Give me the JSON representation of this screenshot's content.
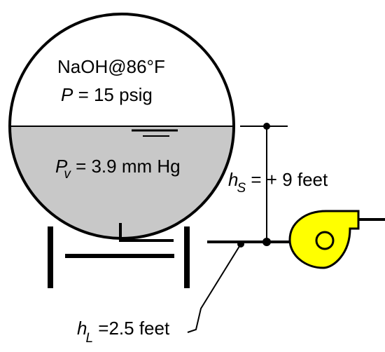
{
  "tank": {
    "line1": "NaOH@86°F",
    "line2_var": "P",
    "line2_rest": " = 15 psig",
    "vapor_var": "P",
    "vapor_sub": "v",
    "vapor_rest": " = 3.9 mm Hg"
  },
  "suction_head": {
    "var": "h",
    "sub": "S",
    "rest": " = +  9  feet"
  },
  "friction_loss": {
    "var": "h",
    "sub": "L",
    "rest": " =2.5  feet"
  },
  "colors": {
    "liquid": "#c8c8c8",
    "pump": "#ffff00",
    "line": "#000000"
  }
}
